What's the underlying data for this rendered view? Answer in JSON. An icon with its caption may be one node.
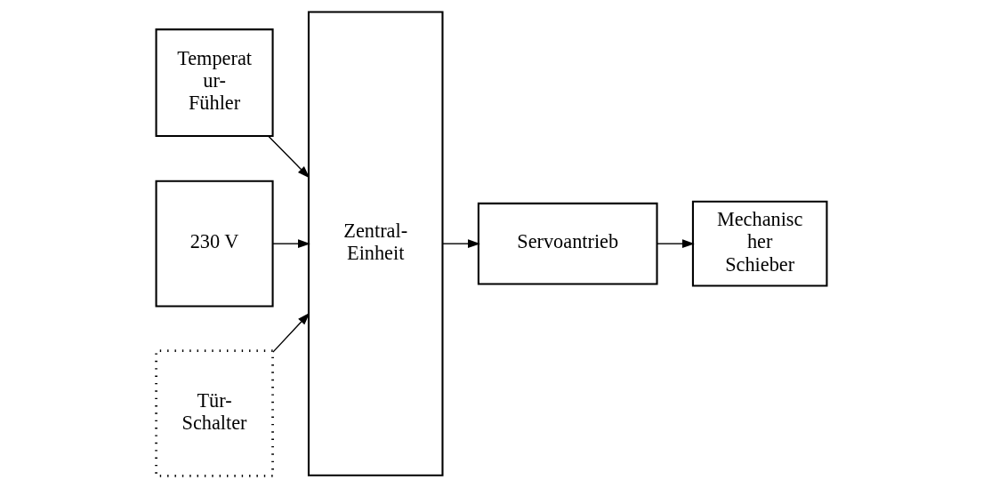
{
  "diagram": {
    "nodes": [
      {
        "text": [
          "Temperat ur- Fühler"
        ]
      },
      {
        "text": [
          "230 V"
        ]
      },
      {
        "text": [
          "Tür- Schalter"
        ]
      },
      {
        "text": [
          "Zentral- Einheit"
        ]
      },
      {
        "text": [
          "Servoantrieb"
        ]
      },
      {
        "text": [
          "Mechanisc her Schieber"
        ]
      }
    ],
    "edges": [
      {
        "from": 0,
        "to": 3,
        "arrow": "to"
      },
      {
        "from": 1,
        "to": 3,
        "arrow": "to"
      },
      {
        "from": 2,
        "to": 3,
        "arrow": "to"
      },
      {
        "from": 3,
        "to": 4,
        "arrow": "to"
      },
      {
        "from": 4,
        "to": 5,
        "arrow": "to"
      }
    ]
  }
}
